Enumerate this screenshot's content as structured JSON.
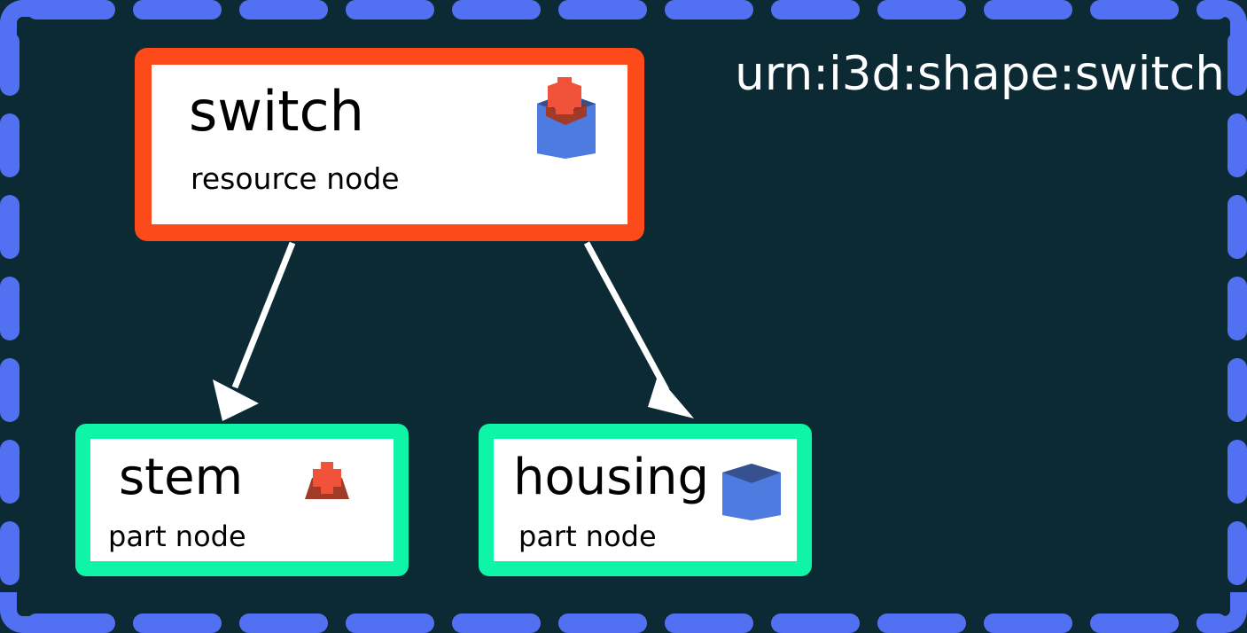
{
  "header": {
    "urn": "urn:i3d:shape:switch",
    "urn_color": "#ffffff"
  },
  "canvas": {
    "background_color": "#0c2a33",
    "frame_color": "#5271f2",
    "edge_color": "#ffffff"
  },
  "graph": {
    "root": {
      "id": "switch",
      "title": "switch",
      "subtitle": "resource node",
      "border_color": "#fc4a1a",
      "fill_color": "#ffffff",
      "icon": "switch-voxel-icon"
    },
    "children": [
      {
        "id": "stem",
        "title": "stem",
        "subtitle": "part node",
        "border_color": "#0ef5a8",
        "fill_color": "#ffffff",
        "icon": "stem-voxel-icon"
      },
      {
        "id": "housing",
        "title": "housing",
        "subtitle": "part node",
        "border_color": "#0ef5a8",
        "fill_color": "#ffffff",
        "icon": "housing-voxel-icon"
      }
    ],
    "edges": [
      {
        "from": "switch",
        "to": "stem"
      },
      {
        "from": "switch",
        "to": "housing"
      }
    ]
  },
  "palette": {
    "stem_red_light": "#f1523a",
    "stem_red_dark": "#a03b2a",
    "housing_blue_light": "#4e7bdf",
    "housing_blue_dark": "#36518f"
  }
}
